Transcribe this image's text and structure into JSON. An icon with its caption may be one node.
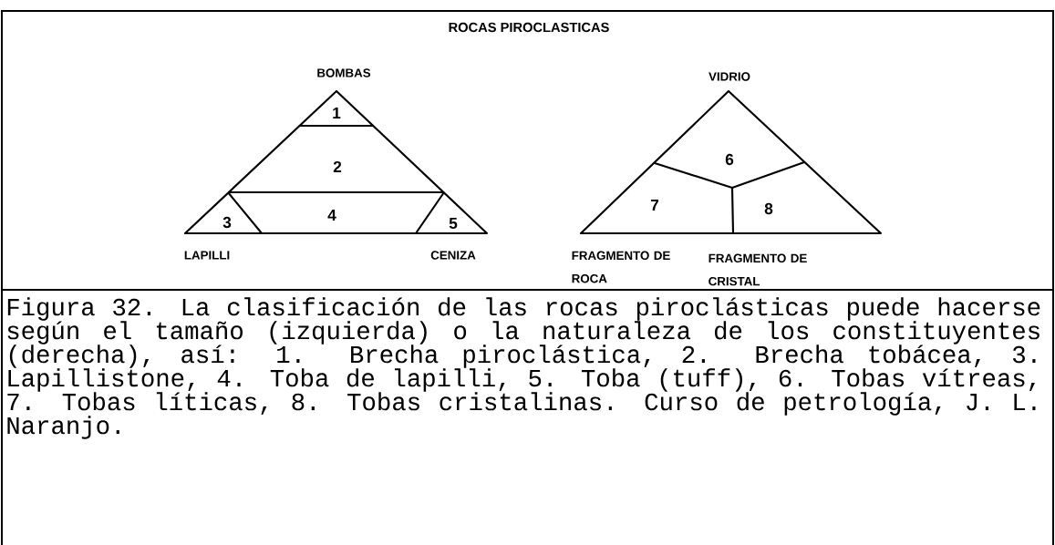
{
  "diagram": {
    "title": "ROCAS PIROCLASTICAS",
    "caption": "Figura 32. La clasificación de las rocas piroclásticas puede hacerse según el tamaño (izquierda) o la naturaleza de los constituyentes (derecha), así: 1. Brecha piroclástica, 2. Brecha tobácea, 3. Lapillistone, 4. Toba de lapilli, 5. Toba (tuff), 6. Tobas vítreas, 7. Tobas líticas, 8. Tobas cristalinas. Curso de petrología, J. L. Naranjo.",
    "labels": [
      "BOMBAS",
      "1",
      "2",
      "3",
      "4",
      "5",
      "LAPILLI",
      "CENIZA",
      "VIDRIO",
      "6",
      "7",
      "8",
      "FRAGMENTO DE ROCA",
      "FRAGMENTO DE CRISTAL"
    ]
  }
}
